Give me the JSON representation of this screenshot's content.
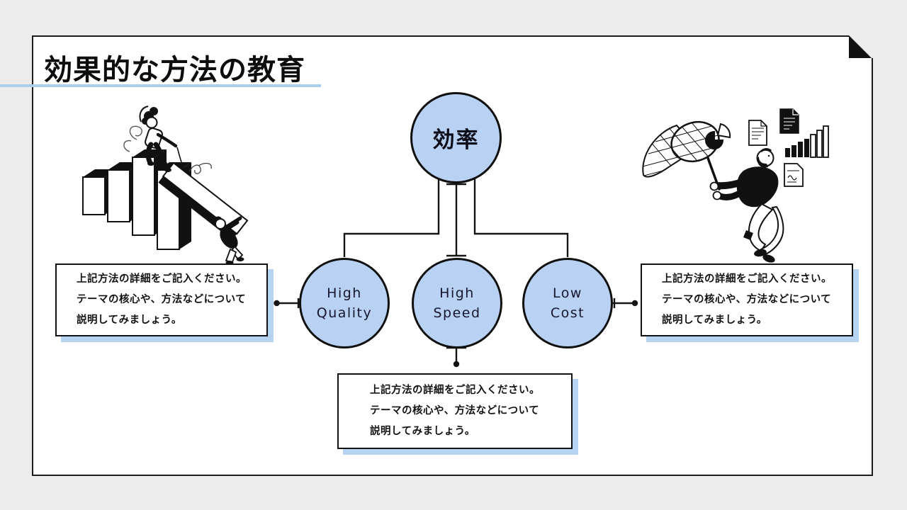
{
  "slide": {
    "title": "効果的な方法の教育",
    "background": "#ffffff",
    "page_background": "#ececec",
    "accent_blue": "#b9d2f4",
    "shadow_blue": "#b7d3f2",
    "underline_blue": "#a9cfef"
  },
  "diagram": {
    "root": {
      "label": "効率"
    },
    "nodes": [
      {
        "label": "High\nQuality"
      },
      {
        "label": "High\nSpeed"
      },
      {
        "label": "Low\nCost"
      }
    ],
    "notes": {
      "left": "上記方法の詳細をご記入ください。\nテーマの核心や、方法などについて\n説明してみましょう。",
      "right": "上記方法の詳細をご記入ください。\nテーマの核心や、方法などについて\n説明してみましょう。",
      "bottom": "上記方法の詳細をご記入ください。\nテーマの核心や、方法などについて\n説明してみましょう。"
    }
  },
  "illustrations": {
    "left": "person-toppling-bar-chart-blocks",
    "right": "person-catching-data-with-butterfly-net"
  }
}
